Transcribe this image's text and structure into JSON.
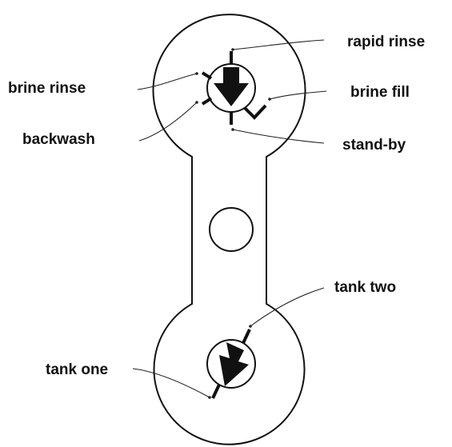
{
  "labels": {
    "rapid_rinse": "rapid rinse",
    "brine_rinse": "brine rinse",
    "brine_fill": "brine fill",
    "backwash": "backwash",
    "stand_by": "stand-by",
    "tank_two": "tank two",
    "tank_one": "tank one"
  },
  "colors": {
    "line": "#111111",
    "background": "#ffffff"
  }
}
